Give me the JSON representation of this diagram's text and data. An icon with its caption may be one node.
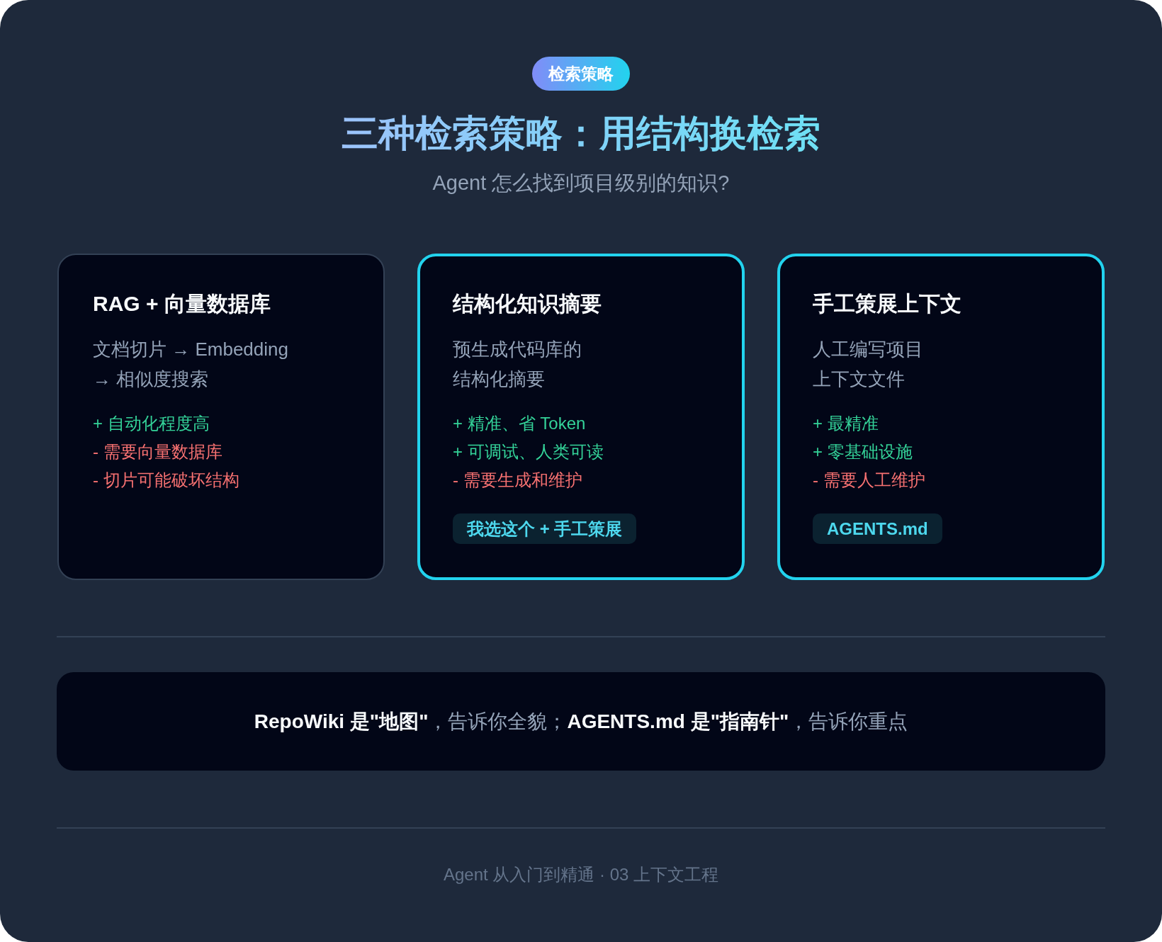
{
  "diagram": {
    "title": "三种检索策略：用结构换检索",
    "nodes": [
      {
        "text": [
          "检索策略"
        ]
      },
      {
        "text": [
          "RAG + 向量数据库",
          "文档切片 → Embedding → 相似度搜索",
          "+ 自动化程度高",
          "- 需要向量数据库",
          "- 切片可能破坏结构"
        ]
      },
      {
        "text": [
          "结构化知识摘要",
          "预生成代码库的结构化摘要",
          "+ 精准、省 Token",
          "+ 可调试、人类可读",
          "- 需要生成和维护"
        ]
      },
      {
        "text": [
          "我选这个 + 手工策展"
        ],
        "in": 2
      },
      {
        "text": [
          "手工策展上下文",
          "人工编写项目上下文文件",
          "+ 最精准",
          "+ 零基础设施",
          "- 需要人工维护"
        ]
      },
      {
        "text": [
          "AGENTS.md"
        ],
        "in": 4
      },
      {
        "text": [
          "**RepoWiki 是\"地图\"**，告诉你全貌；**AGENTS.md 是\"指南针\"**，告诉你重点"
        ]
      }
    ],
    "labels": [
      "Agent 怎么找到项目级别的知识?",
      "Agent 从入门到精通 · 03 上下文工程"
    ]
  }
}
